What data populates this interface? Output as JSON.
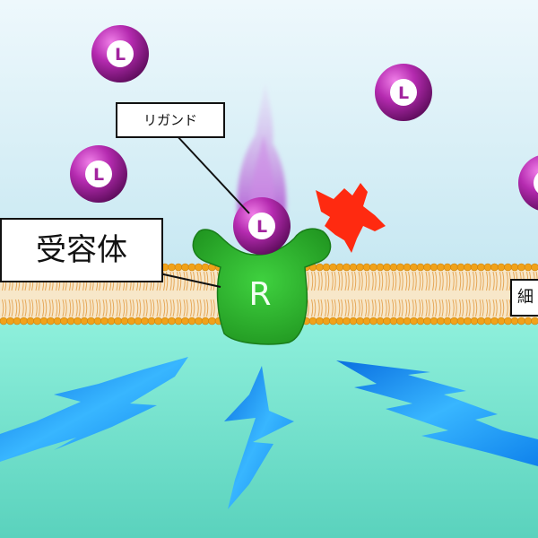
{
  "labels": {
    "ligand": "リガンド",
    "receptor": "受容体",
    "membrane_partial": "細"
  },
  "molecules": {
    "ligand_letter": "L",
    "receptor_letter": "R"
  },
  "colors": {
    "sky_top": "#e9f6fb",
    "sky_bottom": "#bfe3f0",
    "cytoplasm": "#7fe3d0",
    "lipid_head": "#f0a21a",
    "lipid_tail": "#e6a85a",
    "receptor": "#2fb52f",
    "ligand": "#a2239e",
    "signal_flame": "#c06ad8",
    "inhibitor": "#ff2a10",
    "signal_bolt": "#1e9bf5"
  }
}
